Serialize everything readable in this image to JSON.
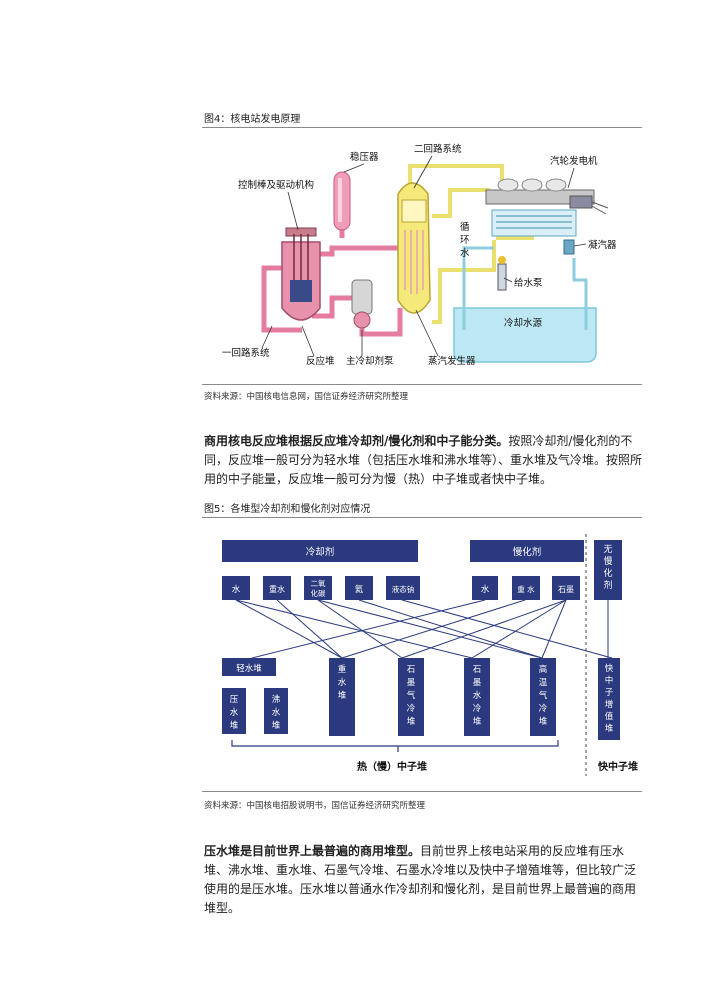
{
  "figure4": {
    "caption": "图4：核电站发电原理",
    "labels": {
      "pressurizer": "稳压器",
      "secondary_loop": "二回路系统",
      "turbine_generator": "汽轮发电机",
      "control_rods": "控制棒及驱动机构",
      "circulating_water": [
        "循",
        "环",
        "水"
      ],
      "condenser": "凝汽器",
      "feedwater_pump": "给水泵",
      "cooling_source": "冷却水源",
      "primary_loop": "一回路系统",
      "reactor": "反应堆",
      "coolant_pump": "主冷却剂泵",
      "steam_generator": "蒸汽发生器"
    },
    "source": "资料来源：中国核电信息网，国信证券经济研究所整理"
  },
  "paragraph1": {
    "bold": "商用核电反应堆根据反应堆冷却剂/慢化剂和中子能分类。",
    "rest": "按照冷却剂/慢化剂的不同，反应堆一般可分为轻水堆（包括压水堆和沸水堆等）、重水堆及气冷堆。按照所用的中子能量，反应堆一般可分为慢（热）中子堆或者快中子堆。"
  },
  "figure5": {
    "caption": "图5：各堆型冷却剂和慢化剂对应情况",
    "coolant_header": "冷却剂",
    "moderator_header": "慢化剂",
    "no_moderator": [
      "无",
      "慢",
      "化",
      "剂"
    ],
    "coolants": [
      "水",
      "重水",
      "二氧\n化碳",
      "氦",
      "液态钠"
    ],
    "moderators": [
      "水",
      "重 水",
      "石墨"
    ],
    "light_water_reactor": "轻水堆",
    "pwr": [
      "压",
      "水",
      "堆"
    ],
    "bwr": [
      "沸",
      "水",
      "堆"
    ],
    "reactors": [
      [
        "重",
        "水",
        "堆"
      ],
      [
        "石",
        "墨",
        "气",
        "冷",
        "堆"
      ],
      [
        "石",
        "墨",
        "水",
        "冷",
        "堆"
      ],
      [
        "高",
        "温",
        "气",
        "冷",
        "堆"
      ]
    ],
    "fast_reactor": [
      "快",
      "中",
      "子",
      "增",
      "值",
      "堆"
    ],
    "thermal_label": "热（慢）中子堆",
    "fast_label": "快中子堆",
    "source": "资料来源：中国核电招股说明书，国信证券经济研究所整理"
  },
  "paragraph2": {
    "bold": "压水堆是目前世界上最普遍的商用堆型。",
    "rest": "目前世界上核电站采用的反应堆有压水堆、沸水堆、重水堆、石墨气冷堆、石墨水冷堆以及快中子增殖堆等，但比较广泛使用的是压水堆。压水堆以普通水作冷却剂和慢化剂，是目前世界上最普遍的商用堆型。"
  },
  "colors": {
    "navy": "#2b3a7e",
    "pink_pipe": "#e6739a",
    "yellow_pipe": "#efe36a",
    "water": "#b8e6f0"
  }
}
